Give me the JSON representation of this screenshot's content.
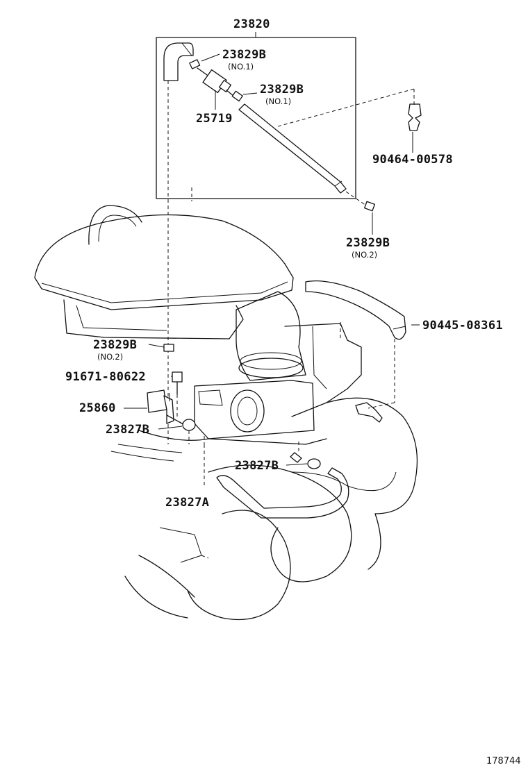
{
  "labels": {
    "assembly": "23820",
    "hose_clamp_top": "23829B",
    "hose_clamp_top_sub": "(NO.1)",
    "hose_clamp_mid": "23829B",
    "hose_clamp_mid_sub": "(NO.1)",
    "vsv_filter": "25719",
    "clip": "90464-00578",
    "hose_clamp_right": "23829B",
    "hose_clamp_right_sub": "(NO.2)",
    "hose_right": "90445-08361",
    "hose_clamp_left": "23829B",
    "hose_clamp_left_sub": "(NO.2)",
    "bolt": "91671-80622",
    "vsv": "25860",
    "clamp_left": "23827B",
    "clamp_center": "23827B",
    "hose_bottom": "23827A",
    "figure_number": "178744"
  }
}
